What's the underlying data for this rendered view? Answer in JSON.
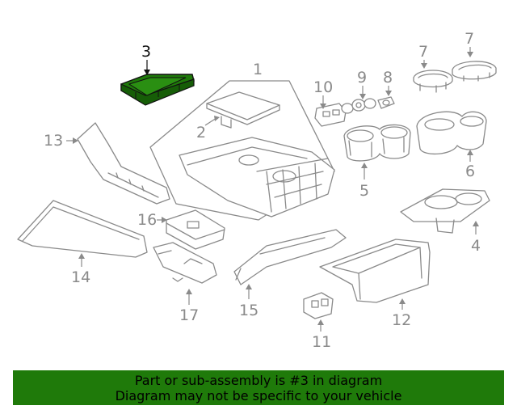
{
  "callouts": {
    "p1": "1",
    "p2": "2",
    "p3": "3",
    "p4": "4",
    "p5": "5",
    "p6": "6",
    "p7a": "7",
    "p7b": "7",
    "p8": "8",
    "p9": "9",
    "p10": "10",
    "p11": "11",
    "p12": "12",
    "p13": "13",
    "p14": "14",
    "p15": "15",
    "p16": "16",
    "p17": "17"
  },
  "highlight_part": "3",
  "colors": {
    "highlight_fill": "#1f7a0a",
    "line_gray": "#8a8a8a",
    "banner": "#1f7a0a"
  },
  "banner": {
    "line1": "Part or sub-assembly is #3 in diagram",
    "line2": "Diagram may not be specific to your vehicle"
  }
}
